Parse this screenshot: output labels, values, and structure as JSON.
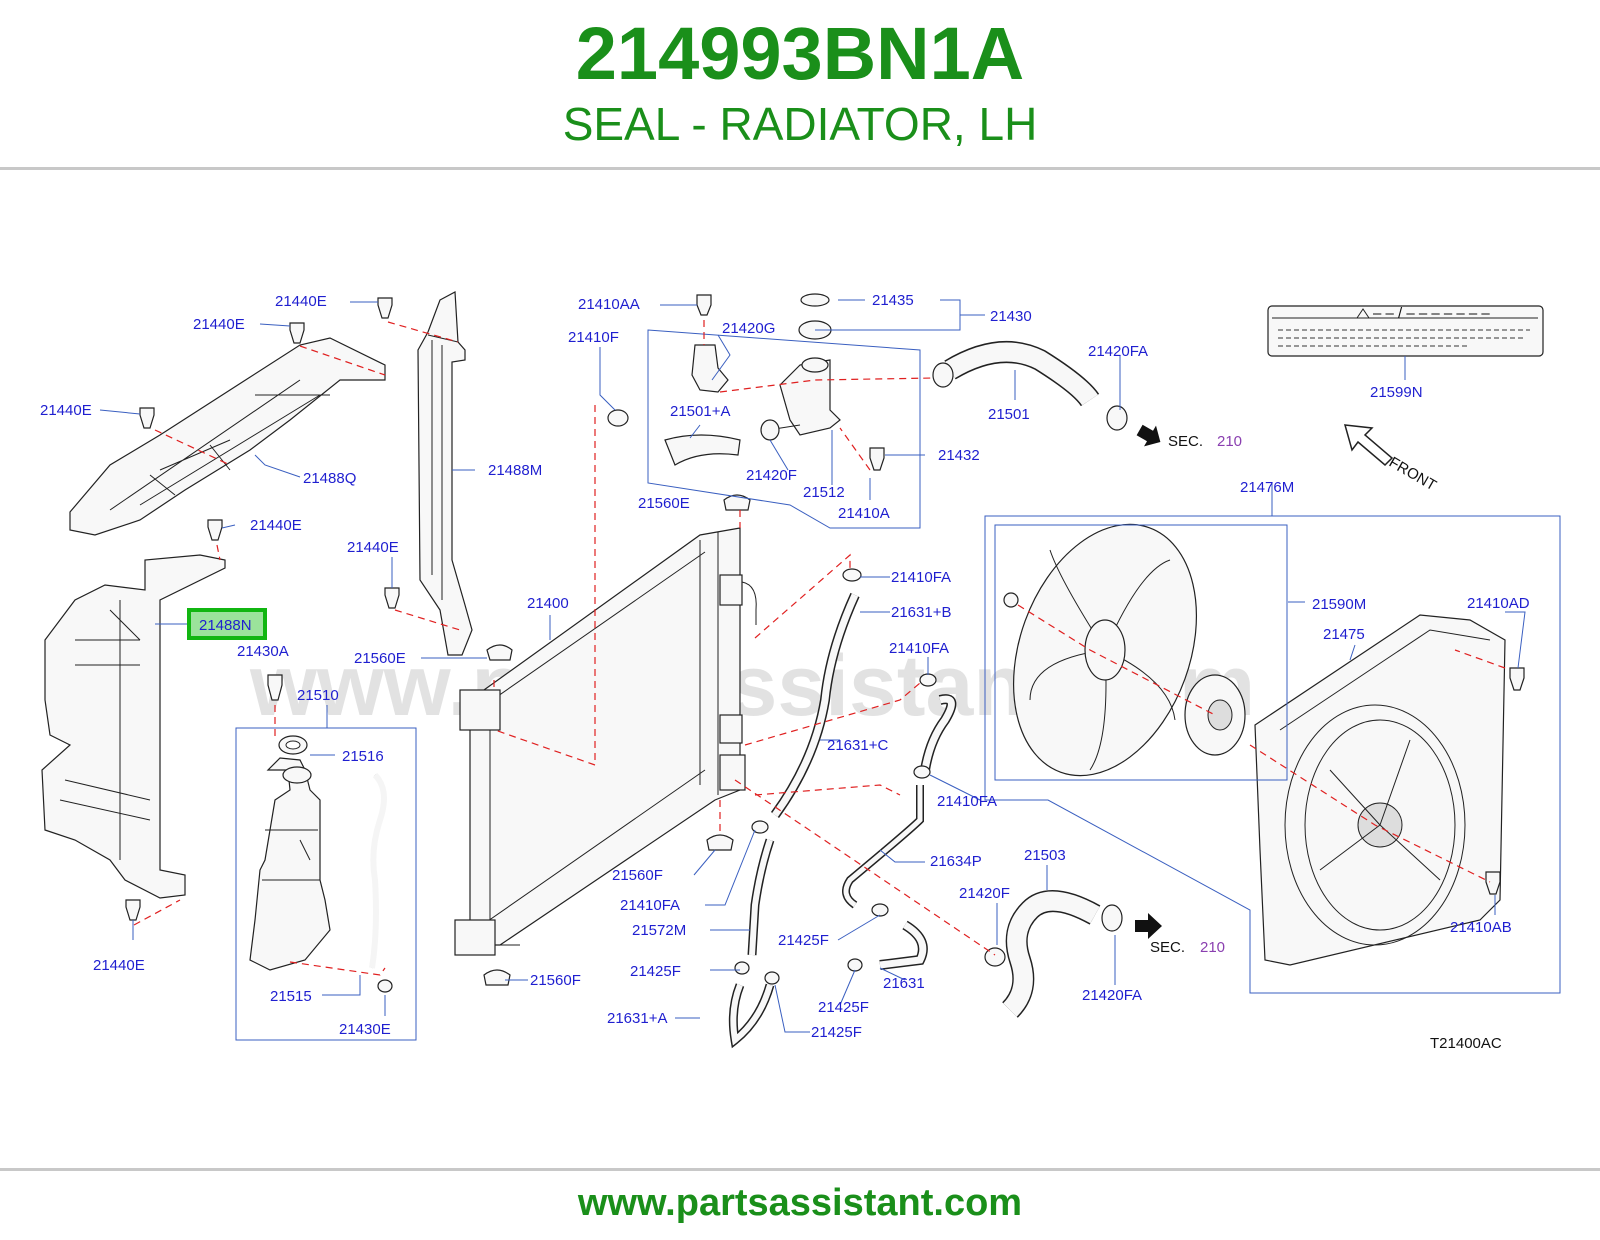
{
  "header": {
    "part_number": "214993BN1A",
    "description": "SEAL - RADIATOR, LH"
  },
  "footer": {
    "url": "www.partsassistant.com"
  },
  "watermark": "www.partsassistant.com",
  "colors": {
    "brand_green": "#1a8f1a",
    "label_blue": "#1f1fd0",
    "dashed_red": "#e02020",
    "highlight_green": "#11b611",
    "highlight_fill": "#9be39b"
  },
  "diagram": {
    "code": "T21400AC",
    "highlighted_part": "21488N",
    "front_label": "FRONT",
    "sec_label": "SEC.",
    "sec_number": "210",
    "labels": {
      "l21440E_a": "21440E",
      "l21440E_b": "21440E",
      "l21440E_c": "21440E",
      "l21440E_d": "21440E",
      "l21440E_e": "21440E",
      "l21440E_f": "21440E",
      "l21488Q": "21488Q",
      "l21488M": "21488M",
      "l21488N": "21488N",
      "l21430A": "21430A",
      "l21510": "21510",
      "l21516": "21516",
      "l21515": "21515",
      "l21430E": "21430E",
      "l21560E_a": "21560E",
      "l21560E_b": "21560E",
      "l21400": "21400",
      "l21560F_a": "21560F",
      "l21560F_b": "21560F",
      "l21410AA": "21410AA",
      "l21410F": "21410F",
      "l21420G": "21420G",
      "l21501A": "21501+A",
      "l21420F_a": "21420F",
      "l21512": "21512",
      "l21410A": "21410A",
      "l21435": "21435",
      "l21430": "21430",
      "l21432": "21432",
      "l21501": "21501",
      "l21420FA_a": "21420FA",
      "l21599N": "21599N",
      "l21476M": "21476M",
      "l21590M": "21590M",
      "l21410AD": "21410AD",
      "l21475": "21475",
      "l21410AB": "21410AB",
      "l21410FA_a": "21410FA",
      "l21631B": "21631+B",
      "l21410FA_b": "21410FA",
      "l21631C": "21631+C",
      "l21410FA_c": "21410FA",
      "l21634P": "21634P",
      "l21410FA_d": "21410FA",
      "l21572M": "21572M",
      "l21425F_a": "21425F",
      "l21425F_b": "21425F",
      "l21631": "21631",
      "l21425F_c": "21425F",
      "l21425F_d": "21425F",
      "l21631A": "21631+A",
      "l21503": "21503",
      "l21420F_b": "21420F",
      "l21420FA_b": "21420FA"
    }
  }
}
